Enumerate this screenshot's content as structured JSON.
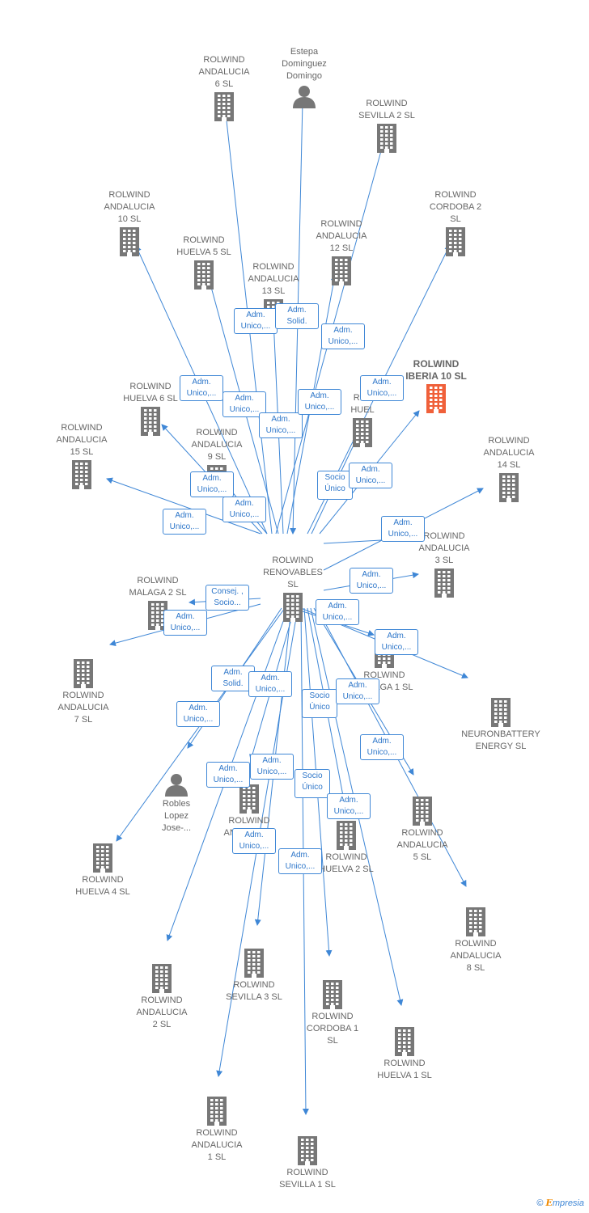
{
  "colors": {
    "edge": "#3f87d6",
    "node": "#777777",
    "highlight": "#f0603a",
    "rel_text": "#2d76c9"
  },
  "center": "ROLWIND RENOVABLES SL",
  "nodes": [
    {
      "id": "center",
      "label": "ROLWIND\nRENOVABLES\nSL",
      "kind": "company",
      "icon": "building-icon"
    },
    {
      "id": "and6",
      "label": "ROLWIND\nANDALUCIA\n6  SL",
      "kind": "company",
      "icon": "building-icon"
    },
    {
      "id": "estepa",
      "label": "Estepa\nDominguez\nDomingo",
      "kind": "person",
      "icon": "person-icon"
    },
    {
      "id": "sev2",
      "label": "ROLWIND\nSEVILLA 2  SL",
      "kind": "company",
      "icon": "building-icon"
    },
    {
      "id": "and10",
      "label": "ROLWIND\nANDALUCIA\n10  SL",
      "kind": "company",
      "icon": "building-icon"
    },
    {
      "id": "cor2",
      "label": "ROLWIND\nCORDOBA 2\nSL",
      "kind": "company",
      "icon": "building-icon"
    },
    {
      "id": "hue5",
      "label": "ROLWIND\nHUELVA 5  SL",
      "kind": "company",
      "icon": "building-icon"
    },
    {
      "id": "and12",
      "label": "ROLWIND\nANDALUCIA\n12  SL",
      "kind": "company",
      "icon": "building-icon"
    },
    {
      "id": "and13",
      "label": "ROLWIND\nANDALUCIA\n13  SL",
      "kind": "company",
      "icon": "building-icon"
    },
    {
      "id": "ibe10",
      "label": "ROLWIND\nIBERIA 10  SL",
      "kind": "company",
      "icon": "building-icon",
      "highlight": true
    },
    {
      "id": "hue6",
      "label": "ROLWIND\nHUELVA 6  SL",
      "kind": "company",
      "icon": "building-icon"
    },
    {
      "id": "hueX",
      "label": "ROL\nHUEL",
      "kind": "company",
      "icon": "building-icon"
    },
    {
      "id": "and15",
      "label": "ROLWIND\nANDALUCIA\n15  SL",
      "kind": "company",
      "icon": "building-icon"
    },
    {
      "id": "and9",
      "label": "ROLWIND\nANDALUCIA\n9  SL",
      "kind": "company",
      "icon": "building-icon"
    },
    {
      "id": "and14",
      "label": "ROLWIND\nANDALUCIA\n14  SL",
      "kind": "company",
      "icon": "building-icon"
    },
    {
      "id": "and3",
      "label": "ROLWIND\nANDALUCIA\n3  SL",
      "kind": "company",
      "icon": "building-icon"
    },
    {
      "id": "mal2",
      "label": "ROLWIND\nMALAGA 2  SL",
      "kind": "company",
      "icon": "building-icon"
    },
    {
      "id": "and7",
      "label": "ROLWIND\nANDALUCIA\n7  SL",
      "kind": "company",
      "icon": "building-icon"
    },
    {
      "id": "mal1",
      "label": "ROLWIND\nMALAGA 1  SL",
      "kind": "company",
      "icon": "building-icon"
    },
    {
      "id": "neuron",
      "label": "NEURONBATTERY\nENERGY  SL",
      "kind": "company",
      "icon": "building-icon"
    },
    {
      "id": "robles",
      "label": "Robles\nLopez\nJose-...",
      "kind": "person",
      "icon": "person-icon"
    },
    {
      "id": "and4",
      "label": "ROLWIND\nANDALUCIA\n4  SL",
      "kind": "company",
      "icon": "building-icon"
    },
    {
      "id": "hue2",
      "label": "ROLWIND\nHUELVA 2  SL",
      "kind": "company",
      "icon": "building-icon"
    },
    {
      "id": "and5",
      "label": "ROLWIND\nANDALUCIA\n5  SL",
      "kind": "company",
      "icon": "building-icon"
    },
    {
      "id": "hue4",
      "label": "ROLWIND\nHUELVA 4  SL",
      "kind": "company",
      "icon": "building-icon"
    },
    {
      "id": "and8",
      "label": "ROLWIND\nANDALUCIA\n8  SL",
      "kind": "company",
      "icon": "building-icon"
    },
    {
      "id": "and2",
      "label": "ROLWIND\nANDALUCIA\n2  SL",
      "kind": "company",
      "icon": "building-icon"
    },
    {
      "id": "sev3",
      "label": "ROLWIND\nSEVILLA 3  SL",
      "kind": "company",
      "icon": "building-icon"
    },
    {
      "id": "cor1",
      "label": "ROLWIND\nCORDOBA 1\nSL",
      "kind": "company",
      "icon": "building-icon"
    },
    {
      "id": "hue1",
      "label": "ROLWIND\nHUELVA 1  SL",
      "kind": "company",
      "icon": "building-icon"
    },
    {
      "id": "and1",
      "label": "ROLWIND\nANDALUCIA\n1  SL",
      "kind": "company",
      "icon": "building-icon"
    },
    {
      "id": "sev1",
      "label": "ROLWIND\nSEVILLA 1  SL",
      "kind": "company",
      "icon": "building-icon"
    }
  ],
  "relations": [
    {
      "label": "Adm.\nUnico,..."
    },
    {
      "label": "Adm.\nSolid."
    },
    {
      "label": "Adm.\nUnico,..."
    },
    {
      "label": "Adm.\nUnico,..."
    },
    {
      "label": "Adm.\nUnico,..."
    },
    {
      "label": "Adm.\nUnico,..."
    },
    {
      "label": "Adm.\nUnico,..."
    },
    {
      "label": "Adm.\nUnico,..."
    },
    {
      "label": "Adm.\nUnico,..."
    },
    {
      "label": "Adm.\nUnico,..."
    },
    {
      "label": "Socio\nÚnico"
    },
    {
      "label": "Adm.\nUnico,..."
    },
    {
      "label": "Adm.\nUnico,..."
    },
    {
      "label": "Adm.\nUnico,..."
    },
    {
      "label": "Consej. ,\nSocio..."
    },
    {
      "label": "Adm.\nUnico,..."
    },
    {
      "label": "Adm.\nUnico,..."
    },
    {
      "label": "Adm.\nUnico,..."
    },
    {
      "label": "Adm.\nUnico,..."
    },
    {
      "label": "Adm.\nSolid."
    },
    {
      "label": "Adm.\nUnico,..."
    },
    {
      "label": "Socio\nÚnico"
    },
    {
      "label": "Adm.\nUnico,..."
    },
    {
      "label": "Adm.\nUnico,..."
    },
    {
      "label": "Adm.\nUnico,..."
    },
    {
      "label": "Adm.\nUnico,..."
    },
    {
      "label": "Adm.\nUnico,..."
    },
    {
      "label": "Socio\nÚnico"
    },
    {
      "label": "Adm.\nUnico,..."
    },
    {
      "label": "Adm.\nUnico,..."
    },
    {
      "label": "Adm.\nUnico,..."
    }
  ],
  "brand": {
    "copyright": "©",
    "name_e": "E",
    "name_rest": "mpresia"
  }
}
